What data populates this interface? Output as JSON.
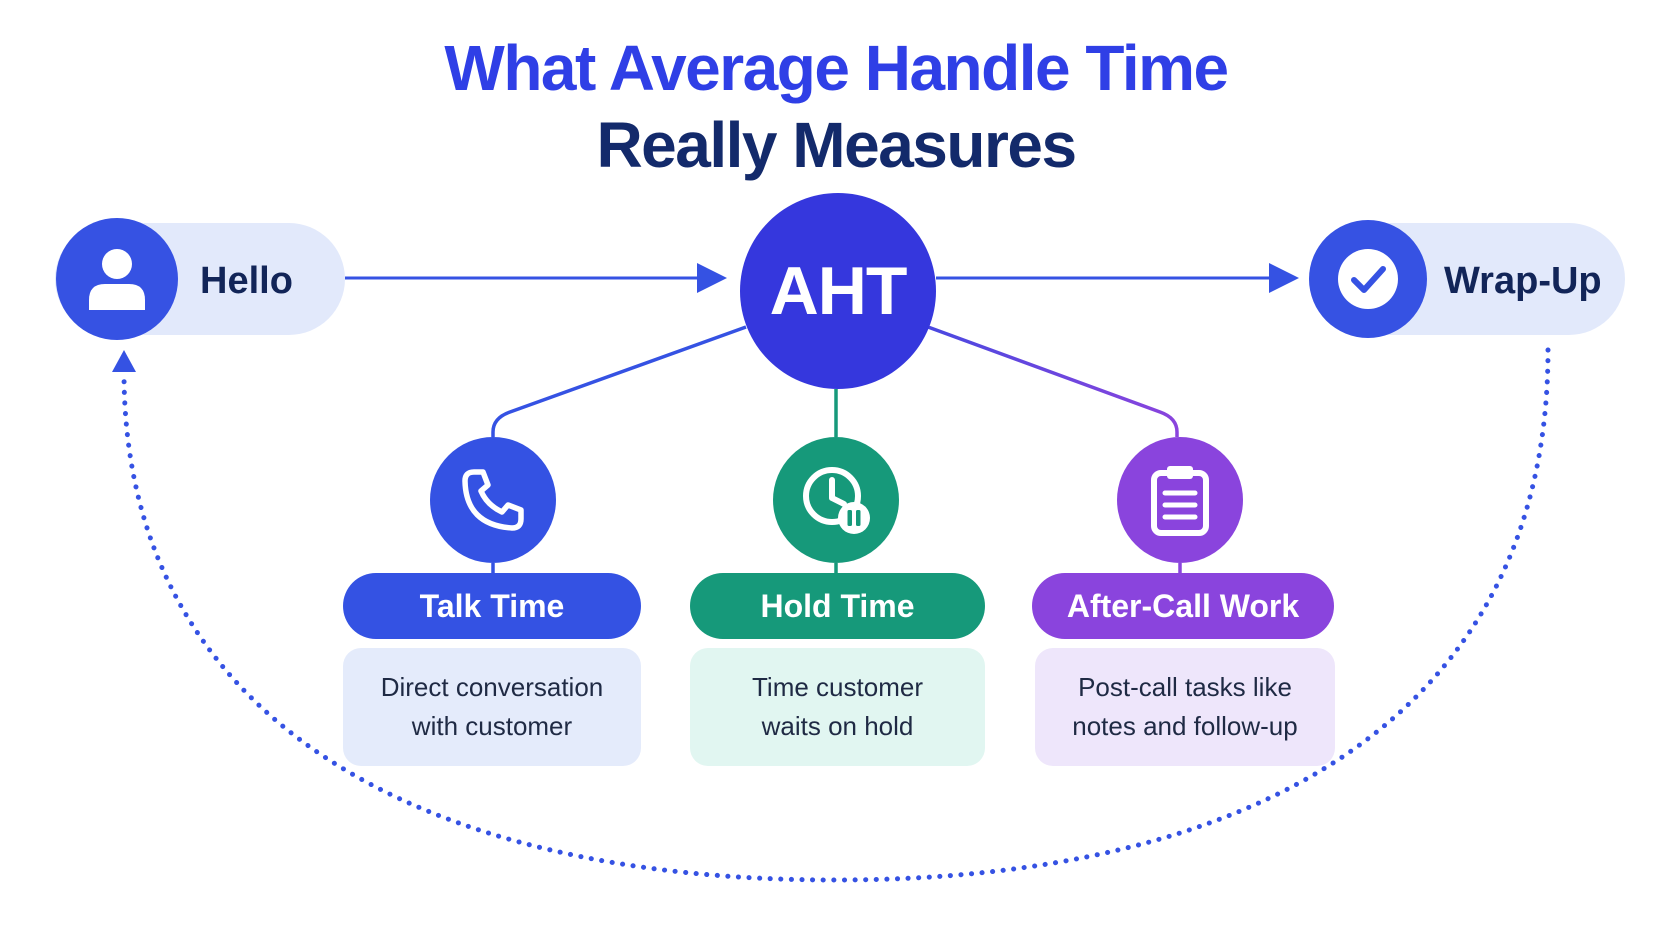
{
  "title": {
    "line1": "What Average Handle Time",
    "line2": "Really Measures"
  },
  "start": {
    "label": "Hello",
    "icon": "user-icon"
  },
  "center": {
    "label": "AHT"
  },
  "end": {
    "label": "Wrap-Up",
    "icon": "checkmark-icon"
  },
  "components": [
    {
      "label": "Talk Time",
      "icon": "phone-icon",
      "description_line1": "Direct conversation",
      "description_line2": "with customer",
      "color": "#3452e3",
      "box_color": "#e4ebfb"
    },
    {
      "label": "Hold Time",
      "icon": "clock-pause-icon",
      "description_line1": "Time customer",
      "description_line2": "waits on hold",
      "color": "#16997a",
      "box_color": "#e1f6f1"
    },
    {
      "label": "After-Call Work",
      "icon": "clipboard-icon",
      "description_line1": "Post-call tasks like",
      "description_line2": "notes and follow-up",
      "color": "#8a44dd",
      "box_color": "#eee6fb"
    }
  ],
  "colors": {
    "title_primary": "#2f3fe6",
    "title_secondary": "#132a6b",
    "flow_arrow": "#3552e3",
    "aht_fill": "#3537dd"
  }
}
